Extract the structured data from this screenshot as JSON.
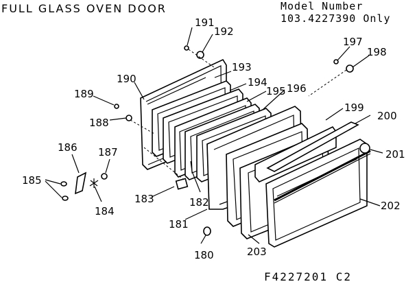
{
  "header": {
    "title": "FULL GLASS OVEN DOOR",
    "model_label": "Model Number",
    "model_value": "103.4227390 Only"
  },
  "footer": {
    "diagram_code": "F4227201 C2"
  },
  "callouts": {
    "c180": "180",
    "c181": "181",
    "c182": "182",
    "c183": "183",
    "c184": "184",
    "c185": "185",
    "c186": "186",
    "c187": "187",
    "c188": "188",
    "c189": "189",
    "c190": "190",
    "c191": "191",
    "c192": "192",
    "c193": "193",
    "c194": "194",
    "c195": "195",
    "c196": "196",
    "c197": "197",
    "c198": "198",
    "c199": "199",
    "c200": "200",
    "c201": "201",
    "c202": "202",
    "c203": "203"
  }
}
